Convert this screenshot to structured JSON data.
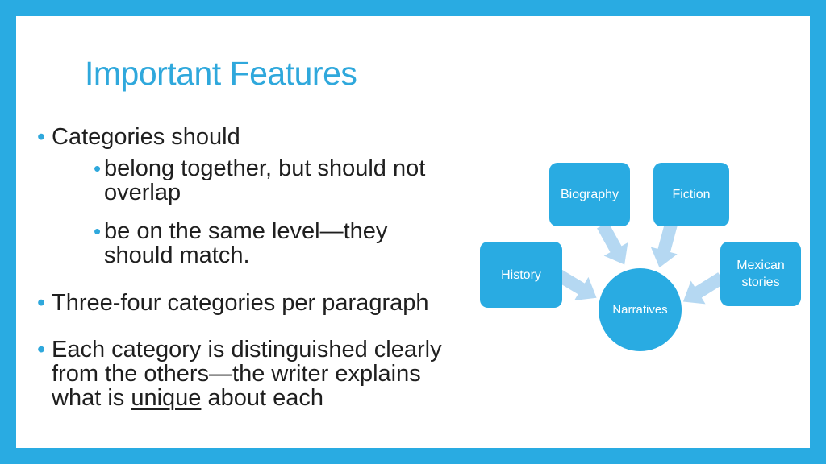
{
  "slide": {
    "title": "Important Features",
    "colors": {
      "frame": "#29ABE2",
      "title": "#2FA8DC",
      "body_text": "#1f1f1f",
      "bullet_dot": "#2FA8DC"
    },
    "bullet_glyph": "•",
    "bullets": [
      {
        "level": 1,
        "lines": [
          "Categories should"
        ]
      },
      {
        "level": 2,
        "lines": [
          "belong together, but should not",
          "overlap"
        ]
      },
      {
        "level": 2,
        "lines": [
          "be on the same level—they",
          "should match."
        ]
      },
      {
        "level": 1,
        "lines": [
          "Three-four categories per paragraph"
        ]
      },
      {
        "level": 1,
        "lines": [
          "Each category is distinguished clearly",
          "from the others—the writer explains"
        ],
        "last_line": {
          "before": "what is ",
          "underlined": "unique",
          "after": " about each"
        }
      }
    ]
  },
  "diagram": {
    "type": "converging-arrows",
    "nodes": [
      {
        "label": "History"
      },
      {
        "label": "Biography"
      },
      {
        "label": "Fiction"
      },
      {
        "label": "Mexican stories"
      }
    ],
    "center": {
      "label": "Narratives"
    },
    "colors": {
      "node_fill": "#29ABE2",
      "node_text": "#FFFFFF",
      "arrow_fill": "#B5D8F2"
    }
  }
}
